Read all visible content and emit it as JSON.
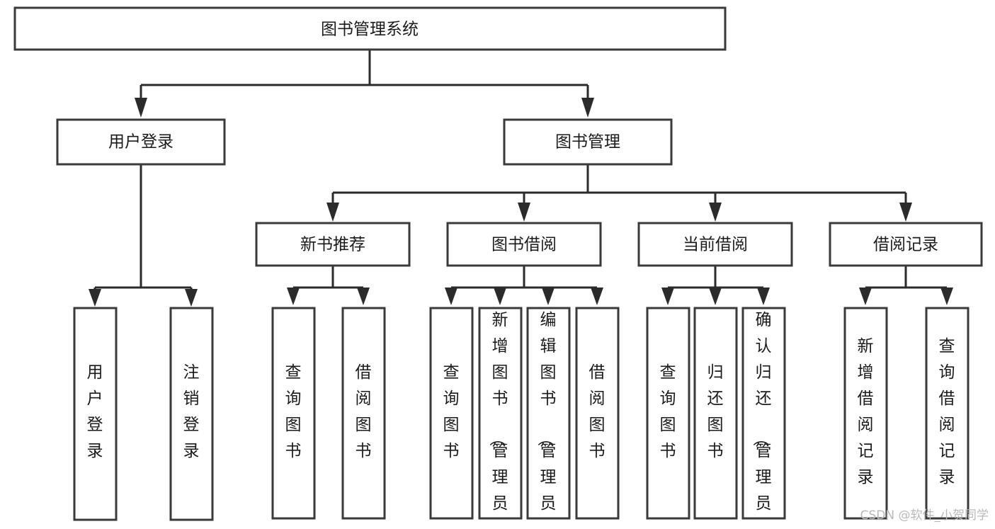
{
  "diagram": {
    "title": "图书管理系统",
    "type": "tree-hierarchy-flowchart",
    "root": {
      "id": "root",
      "label": "图书管理系统",
      "orientation": "horizontal"
    },
    "level2": [
      {
        "id": "user-login",
        "label": "用户登录",
        "orientation": "horizontal"
      },
      {
        "id": "book-management",
        "label": "图书管理",
        "orientation": "horizontal"
      }
    ],
    "level3": [
      {
        "id": "new-book-recommend",
        "label": "新书推荐",
        "orientation": "horizontal",
        "parent": "book-management"
      },
      {
        "id": "book-borrow",
        "label": "图书借阅",
        "orientation": "horizontal",
        "parent": "book-management"
      },
      {
        "id": "current-borrow",
        "label": "当前借阅",
        "orientation": "horizontal",
        "parent": "book-management"
      },
      {
        "id": "borrow-record",
        "label": "借阅记录",
        "orientation": "horizontal",
        "parent": "book-management"
      }
    ],
    "leaves": [
      {
        "id": "leaf-user-login",
        "label": "用户登录",
        "orientation": "vertical",
        "parent": "user-login"
      },
      {
        "id": "leaf-logout-login",
        "label": "注销登录",
        "orientation": "vertical",
        "parent": "user-login"
      },
      {
        "id": "leaf-query-book-1",
        "label": "查询图书",
        "orientation": "vertical",
        "parent": "new-book-recommend"
      },
      {
        "id": "leaf-borrow-book-1",
        "label": "借阅图书",
        "orientation": "vertical",
        "parent": "new-book-recommend"
      },
      {
        "id": "leaf-query-book-2",
        "label": "查询图书",
        "orientation": "vertical",
        "parent": "book-borrow"
      },
      {
        "id": "leaf-add-book-admin",
        "label": "新增图书（管理员）",
        "orientation": "vertical",
        "parent": "book-borrow"
      },
      {
        "id": "leaf-edit-book-admin",
        "label": "编辑图书（管理员）",
        "orientation": "vertical",
        "parent": "book-borrow"
      },
      {
        "id": "leaf-borrow-book-2",
        "label": "借阅图书",
        "orientation": "vertical",
        "parent": "book-borrow"
      },
      {
        "id": "leaf-query-book-3",
        "label": "查询图书",
        "orientation": "vertical",
        "parent": "current-borrow"
      },
      {
        "id": "leaf-return-book",
        "label": "归还图书",
        "orientation": "vertical",
        "parent": "current-borrow"
      },
      {
        "id": "leaf-confirm-return-admin",
        "label": "确认归还（管理员）",
        "orientation": "vertical",
        "parent": "current-borrow"
      },
      {
        "id": "leaf-add-borrow-record",
        "label": "新增借阅记录",
        "orientation": "vertical",
        "parent": "borrow-record"
      },
      {
        "id": "leaf-query-borrow-record",
        "label": "查询借阅记录",
        "orientation": "vertical",
        "parent": "borrow-record"
      }
    ]
  },
  "watermark": {
    "text": "CSDN @软件_小贺同学"
  },
  "colors": {
    "background": "#ffffff",
    "box_stroke": "#3a3a3a",
    "connector": "#2b2b2b",
    "text": "#1b1b1b",
    "watermark": "#b9b9b9"
  }
}
